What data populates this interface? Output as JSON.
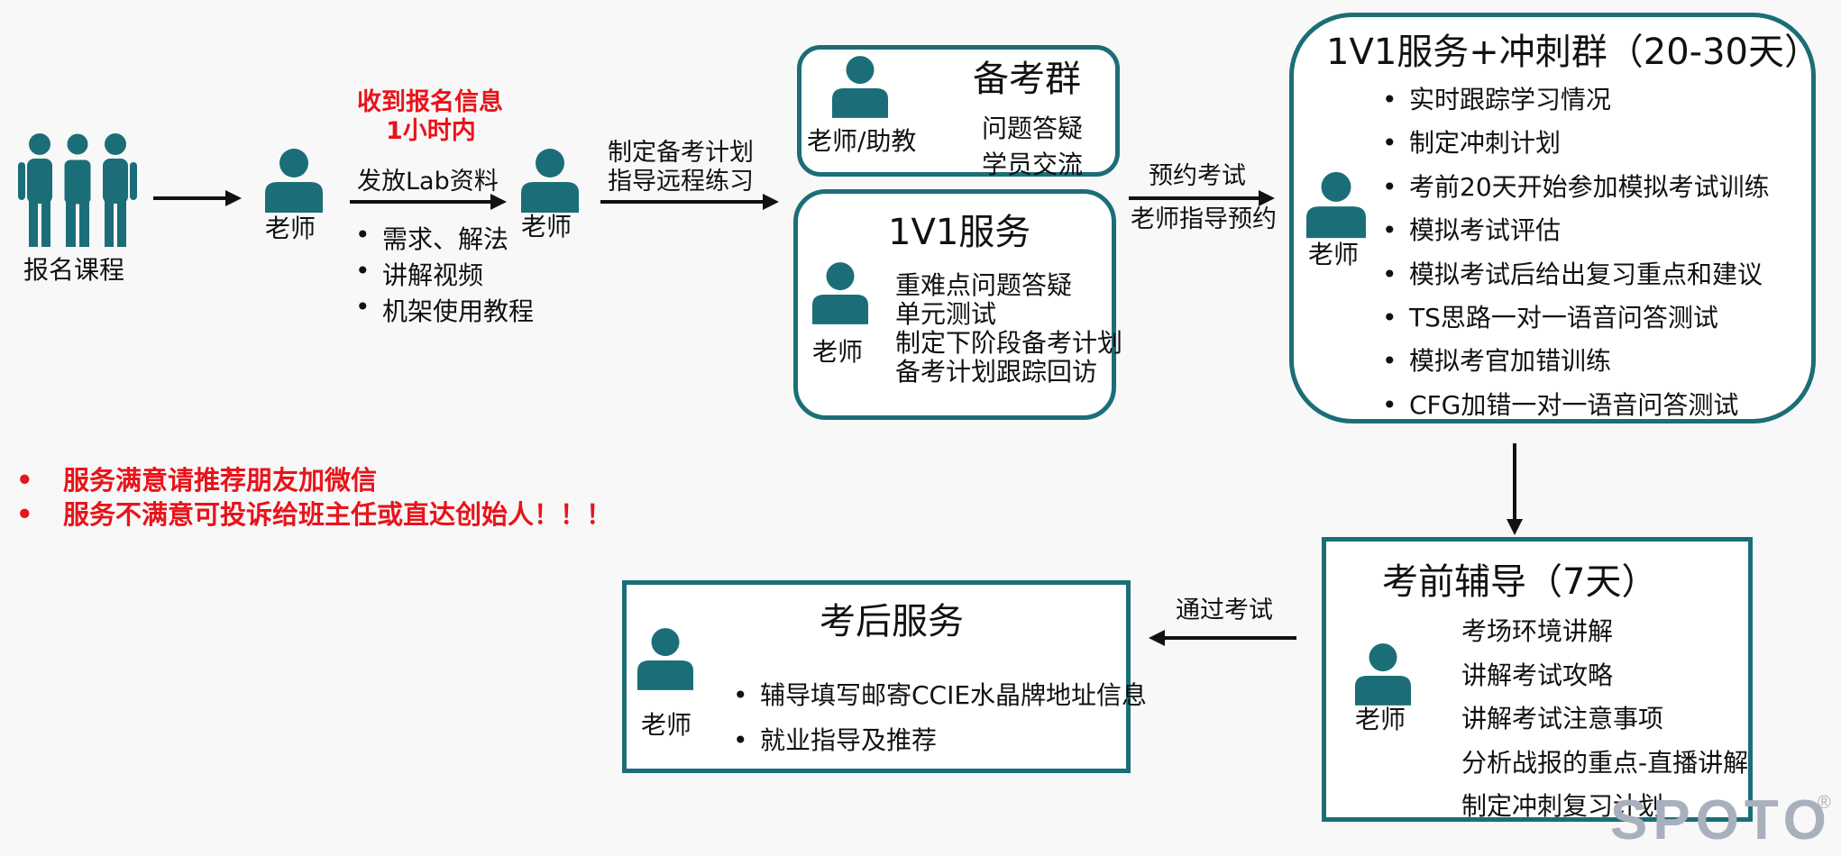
{
  "colors": {
    "teal": "#1b6e78",
    "red": "#e8141b",
    "arrow": "#111111",
    "watermark": "#a9b0bd"
  },
  "enroll": {
    "label": "报名课程",
    "icon": "group-person-icon"
  },
  "teacher_label": "老师",
  "received": {
    "line1": "收到报名信息",
    "line2": "1小时内"
  },
  "send": {
    "label": "发放Lab资料",
    "items": [
      "需求、解法",
      "讲解视频",
      "机架使用教程"
    ]
  },
  "plan": {
    "line1": "制定备考计划",
    "line2": "指导远程练习"
  },
  "prep_group": {
    "title": "备考群",
    "person": "老师/助教",
    "items": [
      "问题答疑",
      "学员交流"
    ]
  },
  "one_on_one": {
    "title": "1V1服务",
    "items": [
      "重难点问题答疑",
      "单元测试",
      "制定下阶段备考计划",
      "备考计划跟踪回访"
    ]
  },
  "booking": {
    "line1": "预约考试",
    "line2": "老师指导预约"
  },
  "sprint": {
    "title": "1V1服务+冲刺群（20-30天）",
    "items": [
      "实时跟踪学习情况",
      "制定冲刺计划",
      "考前20天开始参加模拟考试训练",
      "模拟考试评估",
      "模拟考试后给出复习重点和建议",
      "TS思路一对一语音问答测试",
      "模拟考官加错训练",
      "CFG加错一对一语音问答测试"
    ]
  },
  "notice": [
    "服务满意请推荐朋友加微信",
    "服务不满意可投诉给班主任或直达创始人！！！"
  ],
  "pre_exam": {
    "title": "考前辅导（7天）",
    "items": [
      "考场环境讲解",
      "讲解考试攻略",
      "讲解考试注意事项",
      "分析战报的重点-直播讲解",
      "制定冲刺复习计划"
    ]
  },
  "pass_label": "通过考试",
  "post_exam": {
    "title": "考后服务",
    "items": [
      "辅导填写邮寄CCIE水晶牌地址信息",
      "就业指导及推荐"
    ]
  },
  "watermark": {
    "text": "SPOTO",
    "mark": "®"
  }
}
